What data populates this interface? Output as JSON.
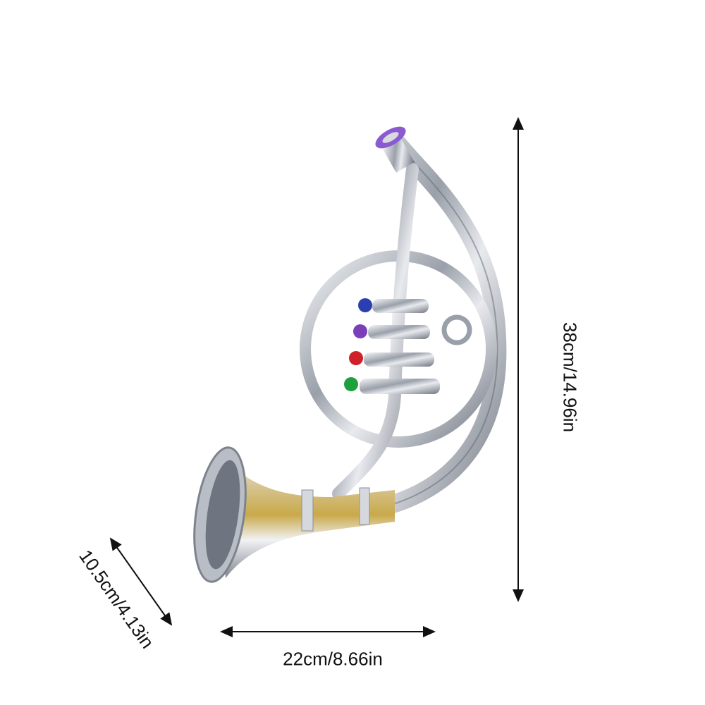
{
  "product": {
    "subject": "toy-french-horn",
    "button_colors": [
      "#2a3fb0",
      "#7a3fb8",
      "#d0202a",
      "#1fa040"
    ],
    "mouthpiece_color": "#8a5ad0",
    "body_color": "#c9ccd2"
  },
  "dimensions": {
    "height": "38cm/14.96in",
    "width": "22cm/8.66in",
    "bell_diameter": "10.5cm/4.13in"
  }
}
